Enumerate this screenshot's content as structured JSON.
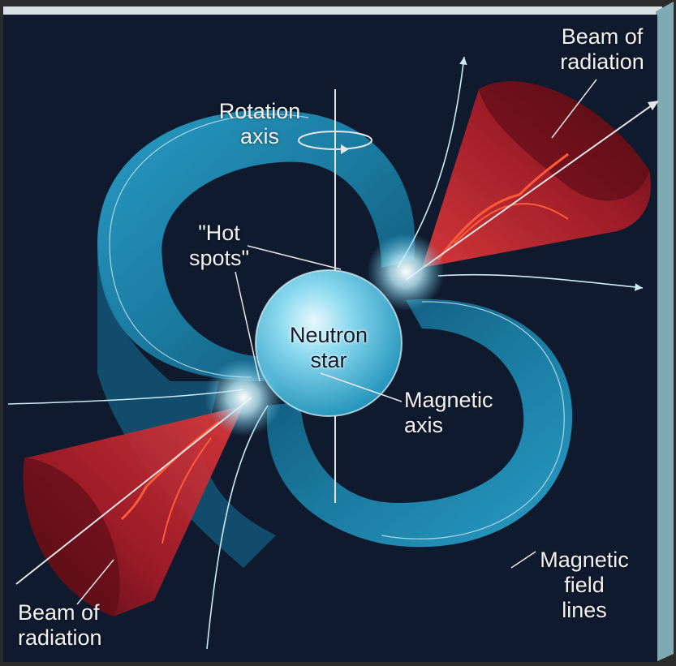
{
  "labels": {
    "beam_top": "Beam of\nradiation",
    "rotation_axis": "Rotation\naxis",
    "hot_spots": "\"Hot\nspots\"",
    "neutron_star": "Neutron\nstar",
    "magnetic_axis": "Magnetic\naxis",
    "field_lines": "Magnetic\nfield\nlines",
    "beam_bottom": "Beam of\nradiation"
  },
  "colors": {
    "background": "#0f1a2e",
    "frame": "#2b2b2b",
    "side_panel": "#7fa9b3",
    "field_lobe": "#1f8fb8",
    "field_lobe_light": "#5cc6e8",
    "star": "#3ab3d8",
    "star_highlight": "#d9f3fb",
    "beam": "#b3202b",
    "beam_dark": "#4a0b12",
    "field_line": "#cfeaf4",
    "axis_line": "#e6e6e6"
  }
}
